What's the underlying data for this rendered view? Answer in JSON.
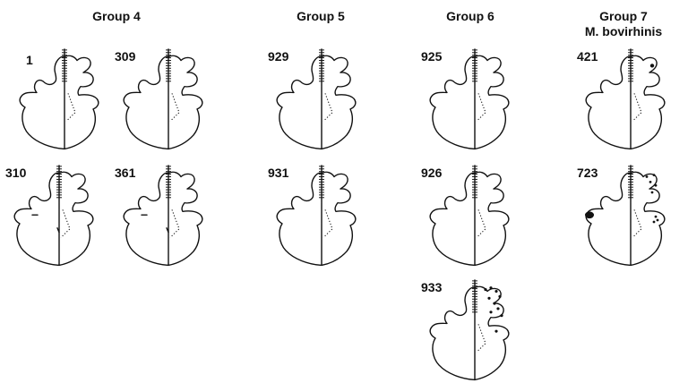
{
  "groups": [
    {
      "id": "g4",
      "title": "Group 4",
      "subtitle": "",
      "specimens": [
        "1",
        "309",
        "310",
        "361"
      ]
    },
    {
      "id": "g5",
      "title": "Group 5",
      "subtitle": "",
      "specimens": [
        "929",
        "931"
      ]
    },
    {
      "id": "g6",
      "title": "Group 6",
      "subtitle": "",
      "specimens": [
        "925",
        "926",
        "933"
      ]
    },
    {
      "id": "g7",
      "title": "Group 7",
      "subtitle": "M. bovirhinis",
      "specimens": [
        "421",
        "723"
      ]
    }
  ]
}
